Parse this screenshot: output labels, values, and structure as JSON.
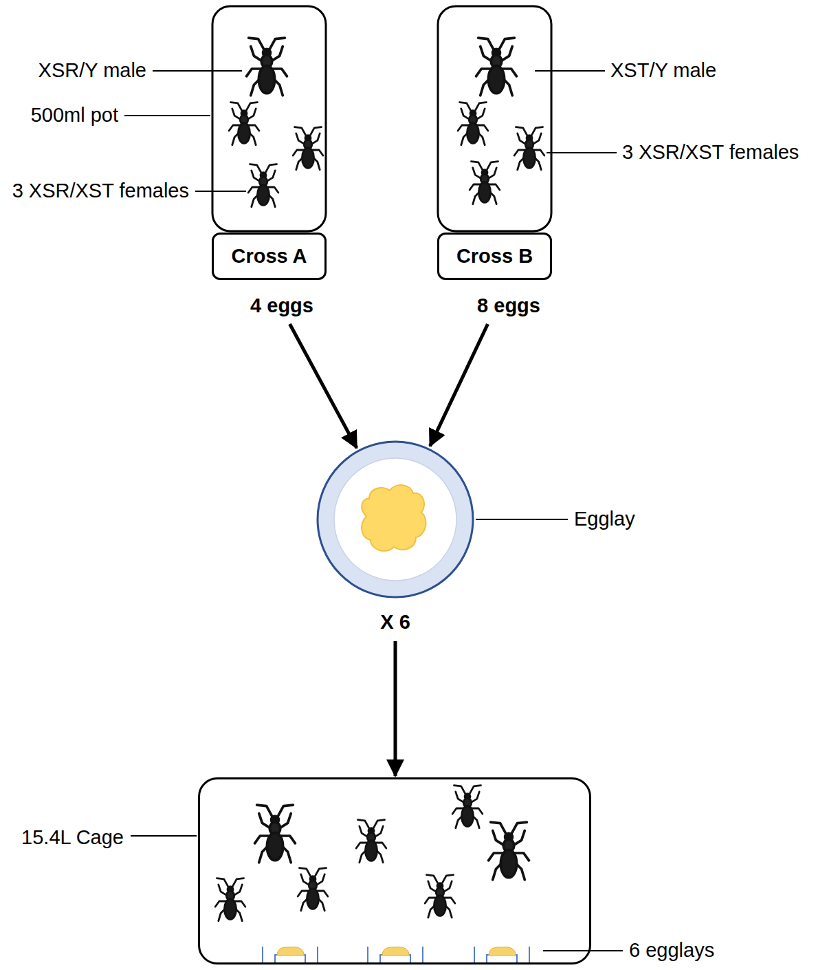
{
  "diagram": {
    "nodes": [
      {
        "text": [
          "Cross A"
        ]
      },
      {
        "text": [
          "Cross B"
        ]
      },
      {
        "text": [
          "Egglay"
        ]
      },
      {
        "text": [
          "15.4L Cage"
        ]
      }
    ],
    "edges": [
      {
        "from": 0,
        "to": 2,
        "arrow": "to"
      },
      {
        "from": 1,
        "to": 2,
        "arrow": "to"
      },
      {
        "from": 2,
        "to": 3,
        "arrow": "to"
      }
    ],
    "labels": [
      "XSR/Y male",
      "500ml pot",
      "3 XSR/XST females",
      "XST/Y male",
      "3 XSR/XST females",
      "4 eggs",
      "8 eggs",
      "X 6",
      "6 egglays"
    ]
  }
}
